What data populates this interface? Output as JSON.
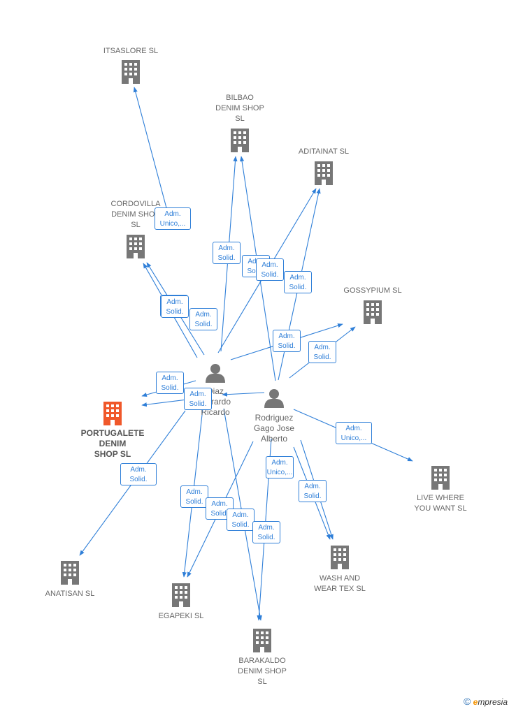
{
  "colors": {
    "edge": "#2f7fd8",
    "building": "#777777",
    "main_building": "#f0582a",
    "person": "#777777"
  },
  "companies": [
    {
      "id": "itsaslore",
      "label": "ITSASLORE  SL",
      "main": false
    },
    {
      "id": "bilbao",
      "label": "BILBAO\nDENIM SHOP\nSL",
      "main": false
    },
    {
      "id": "aditainat",
      "label": "ADITAINAT  SL",
      "main": false
    },
    {
      "id": "cordovilla",
      "label": "CORDOVILLA\nDENIM SHOP\nSL",
      "main": false
    },
    {
      "id": "gossypium",
      "label": "GOSSYPIUM SL",
      "main": false
    },
    {
      "id": "portugalete",
      "label": "PORTUGALETE\nDENIM\nSHOP  SL",
      "main": true
    },
    {
      "id": "livewhere",
      "label": "LIVE WHERE\nYOU WANT  SL",
      "main": false
    },
    {
      "id": "anatisan",
      "label": "ANATISAN  SL",
      "main": false
    },
    {
      "id": "egapeki",
      "label": "EGAPEKI  SL",
      "main": false
    },
    {
      "id": "wash",
      "label": "WASH AND\nWEAR TEX  SL",
      "main": false
    },
    {
      "id": "barakaldo",
      "label": "BARAKALDO\nDENIM SHOP\nSL",
      "main": false
    }
  ],
  "persons": [
    {
      "id": "p1",
      "label": "Diaz\nGerardo\nRicardo"
    },
    {
      "id": "p2",
      "label": "Rodriguez\nGago Jose\nAlberto"
    }
  ],
  "relations": [
    {
      "id": "r1",
      "label": "Adm.\nUnico,..."
    },
    {
      "id": "r2",
      "label": "Adm.\nSolid."
    },
    {
      "id": "r3",
      "label": "Adm.\nSolid."
    },
    {
      "id": "r4",
      "label": "Adm.\nSolid."
    },
    {
      "id": "r5",
      "label": "Adm.\nSolid."
    },
    {
      "id": "r6",
      "label": "Adm.\nSolid."
    },
    {
      "id": "r7",
      "label": "Adm.\nSolid."
    },
    {
      "id": "r8",
      "label": "Adm.\nSolid."
    },
    {
      "id": "r9",
      "label": "Adm.\nSolid."
    },
    {
      "id": "r10",
      "label": "Adm.\nSolid."
    },
    {
      "id": "r11",
      "label": "Adm.\nSolid."
    },
    {
      "id": "r12",
      "label": "Adm.\nSolid."
    },
    {
      "id": "r13",
      "label": "Adm.\nUnico,..."
    },
    {
      "id": "r14",
      "label": "Adm.\nUnico,..."
    },
    {
      "id": "r15",
      "label": "Adm.\nSolid."
    },
    {
      "id": "r16",
      "label": "Adm.\nSolid."
    },
    {
      "id": "r17",
      "label": "Adm.\nSolid."
    },
    {
      "id": "r18",
      "label": "Adm.\nSolid."
    },
    {
      "id": "r19",
      "label": "Adm.\nSolid."
    },
    {
      "id": "r20",
      "label": "Adm.\nSolid."
    }
  ],
  "footer": {
    "copyright": "©",
    "brand_initial": "e",
    "brand_rest": "mpresia"
  }
}
